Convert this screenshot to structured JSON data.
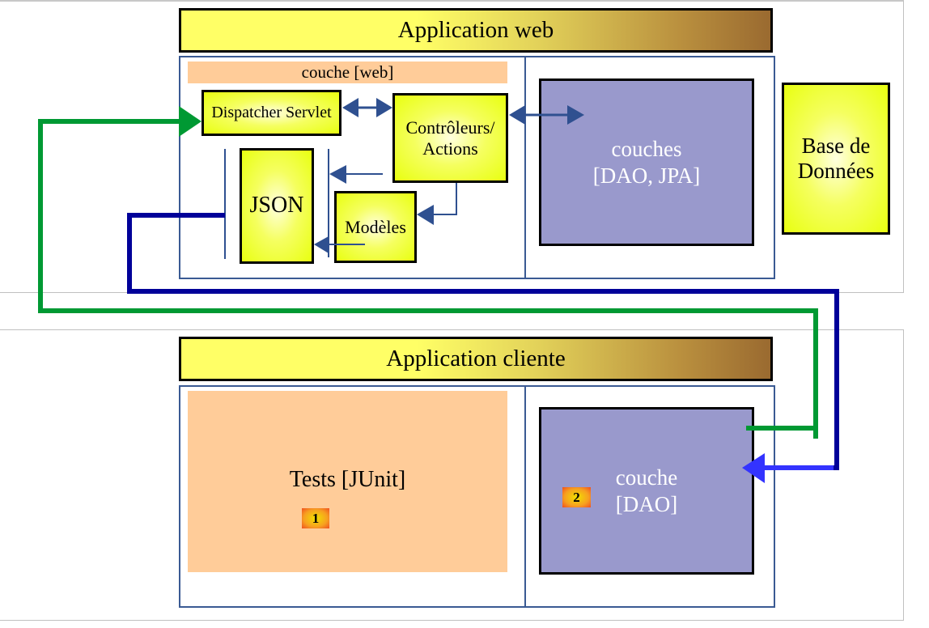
{
  "web_app": {
    "title": "Application web",
    "layer_label": "couche [web]",
    "dispatcher": "Dispatcher Servlet",
    "controllers": "Contrôleurs/ Actions",
    "json": "JSON",
    "models": "Modèles",
    "dao_jpa_line1": "couches",
    "dao_jpa_line2": "[DAO, JPA]"
  },
  "database": {
    "line1": "Base de",
    "line2": "Données"
  },
  "client_app": {
    "title": "Application cliente",
    "tests": "Tests [JUnit]",
    "tests_badge": "1",
    "dao_line1": "couche",
    "dao_line2": "[DAO]",
    "dao_badge": "2"
  },
  "colors": {
    "request_flow": "#009933",
    "response_flow": "#000099",
    "response_arrowhead": "#3333ff",
    "internal_arrows": "#2f5090",
    "panel_border": "#3a5a93",
    "layer_peach": "#ffcc99",
    "layer_purple": "#9999cc"
  }
}
